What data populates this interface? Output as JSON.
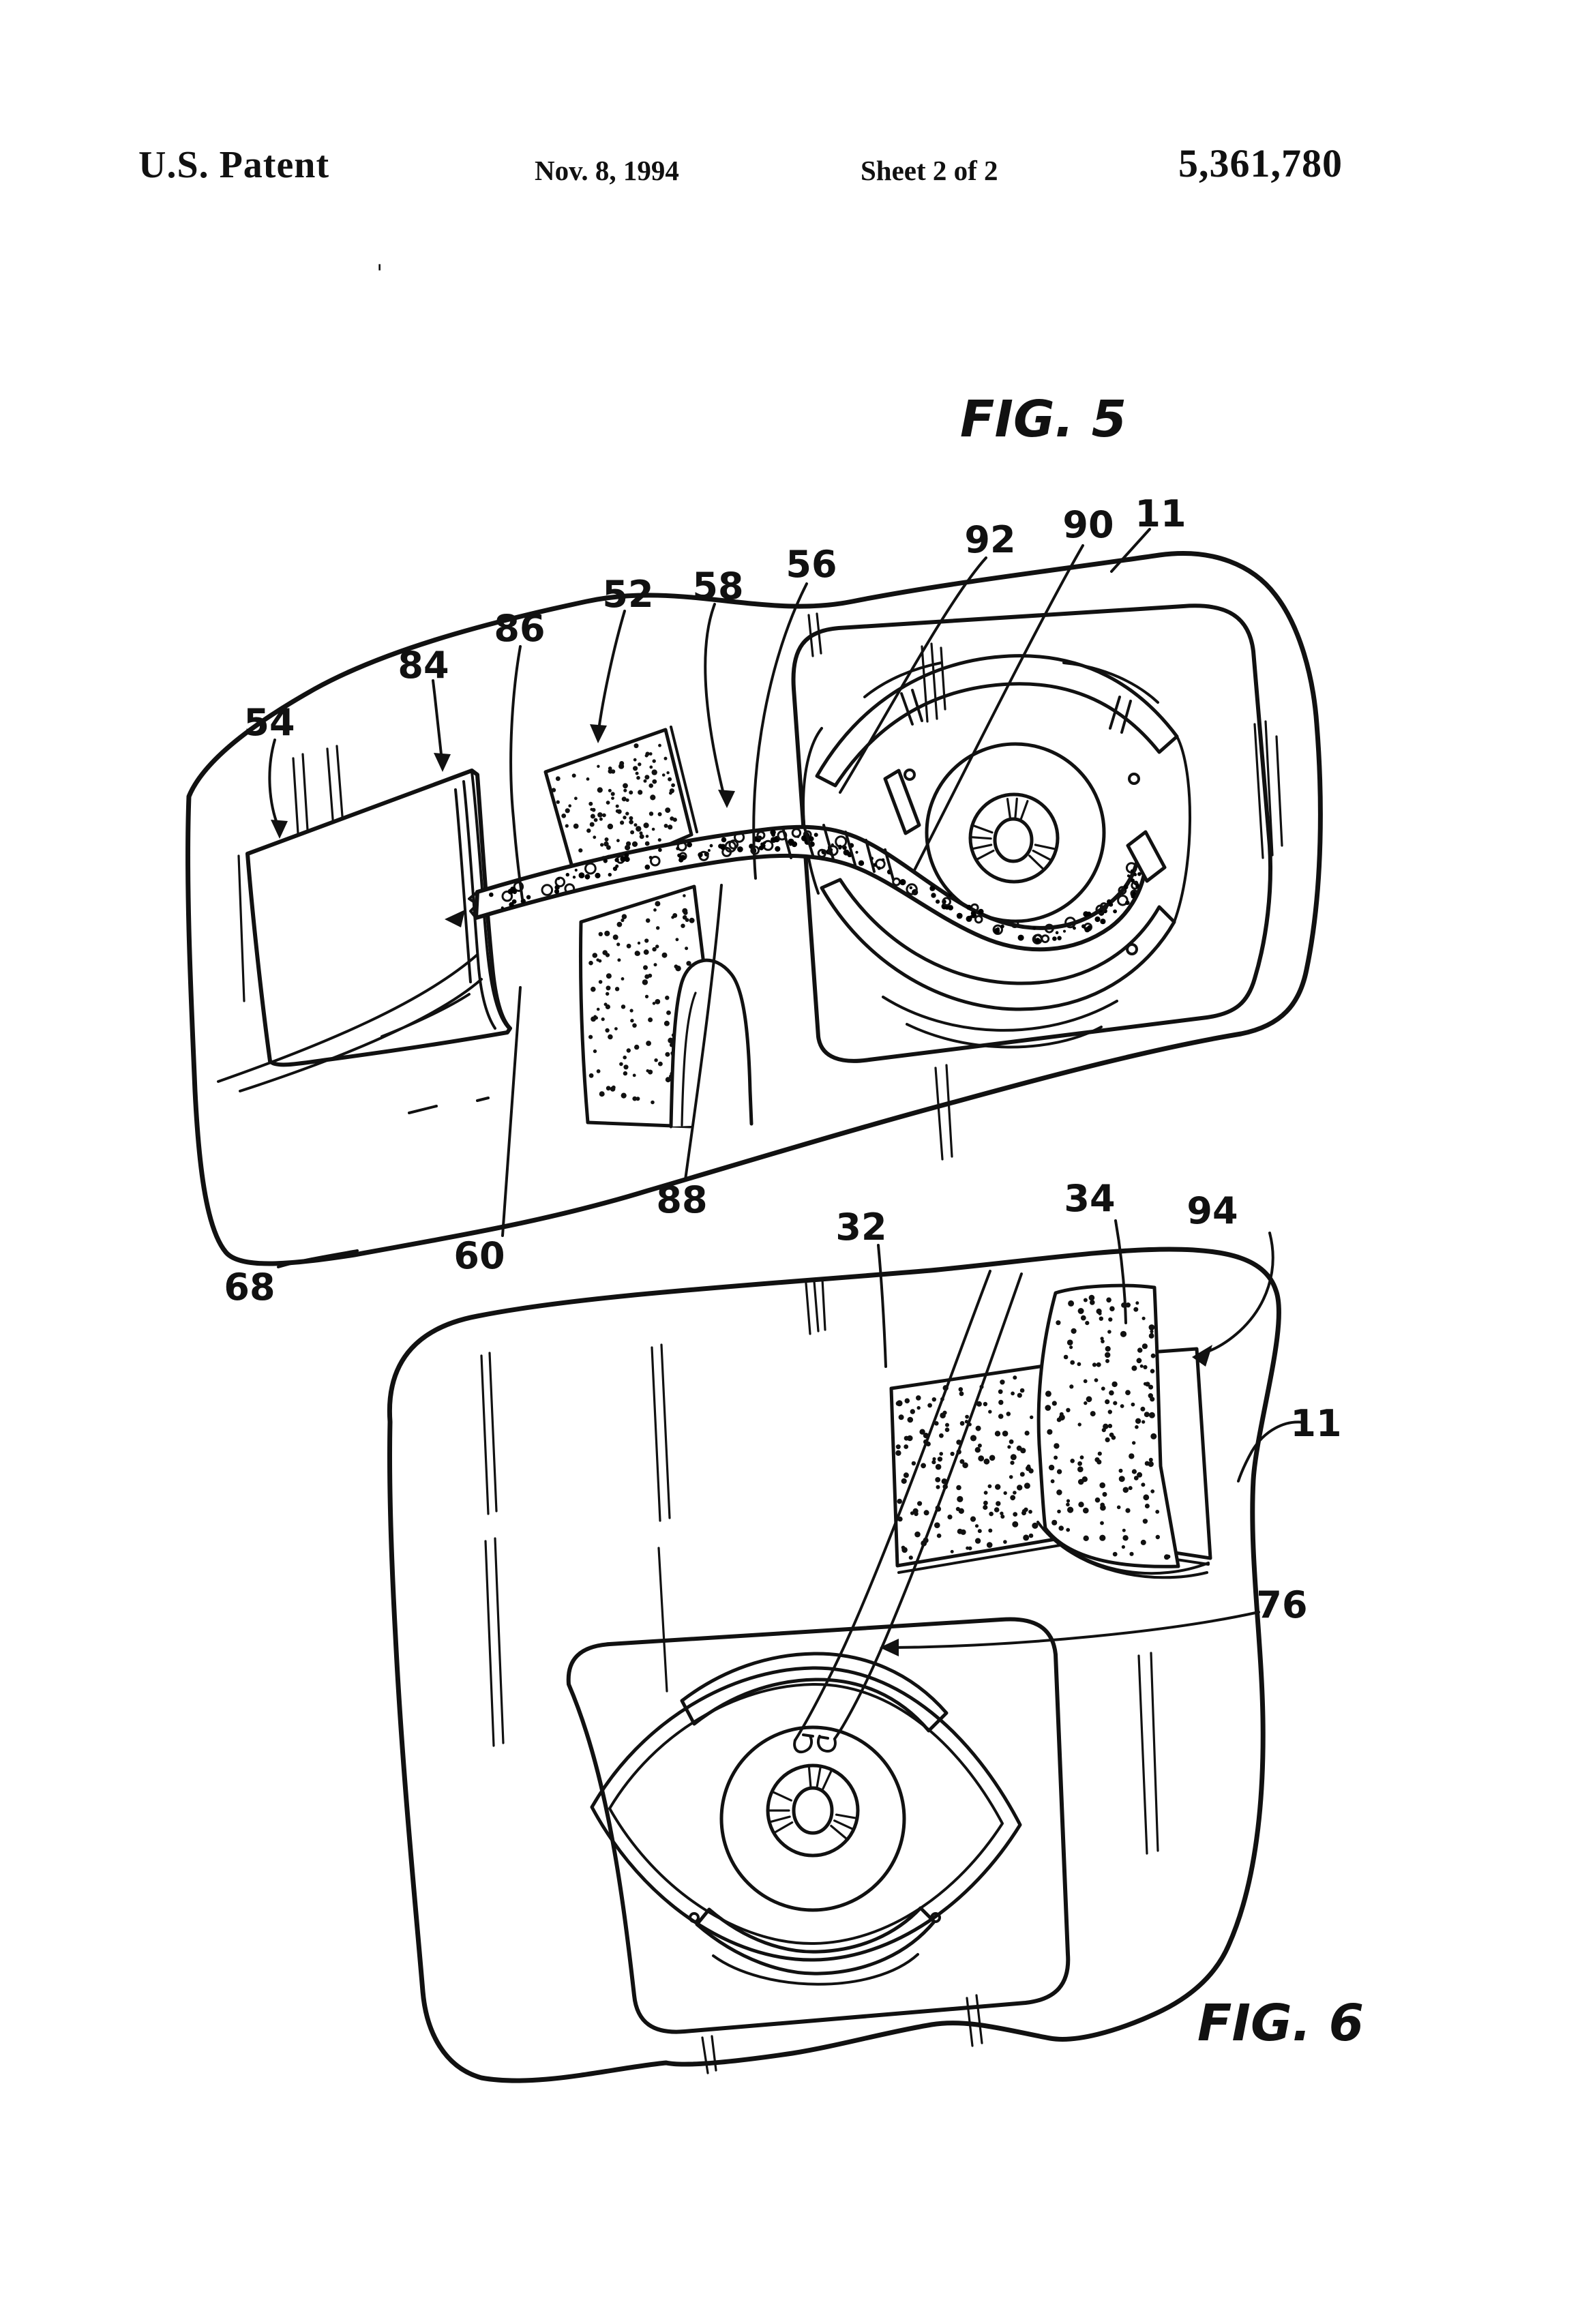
{
  "header": {
    "title": "U.S. Patent",
    "date": "Nov. 8, 1994",
    "sheet": "Sheet 2 of 2",
    "patent_number": "5,361,780"
  },
  "page": {
    "stray_mark": "'"
  },
  "figure5": {
    "caption": "FIG. 5",
    "ref_numerals": {
      "n54": "54",
      "n84": "84",
      "n86": "86",
      "n52": "52",
      "n58": "58",
      "n56": "56",
      "n92": "92",
      "n90": "90",
      "n11": "11",
      "n88": "88",
      "n60": "60",
      "n68": "68"
    }
  },
  "figure6": {
    "caption": "FIG. 6",
    "ref_numerals": {
      "n32": "32",
      "n34": "34",
      "n94": "94",
      "n11": "11",
      "n76": "76"
    }
  }
}
